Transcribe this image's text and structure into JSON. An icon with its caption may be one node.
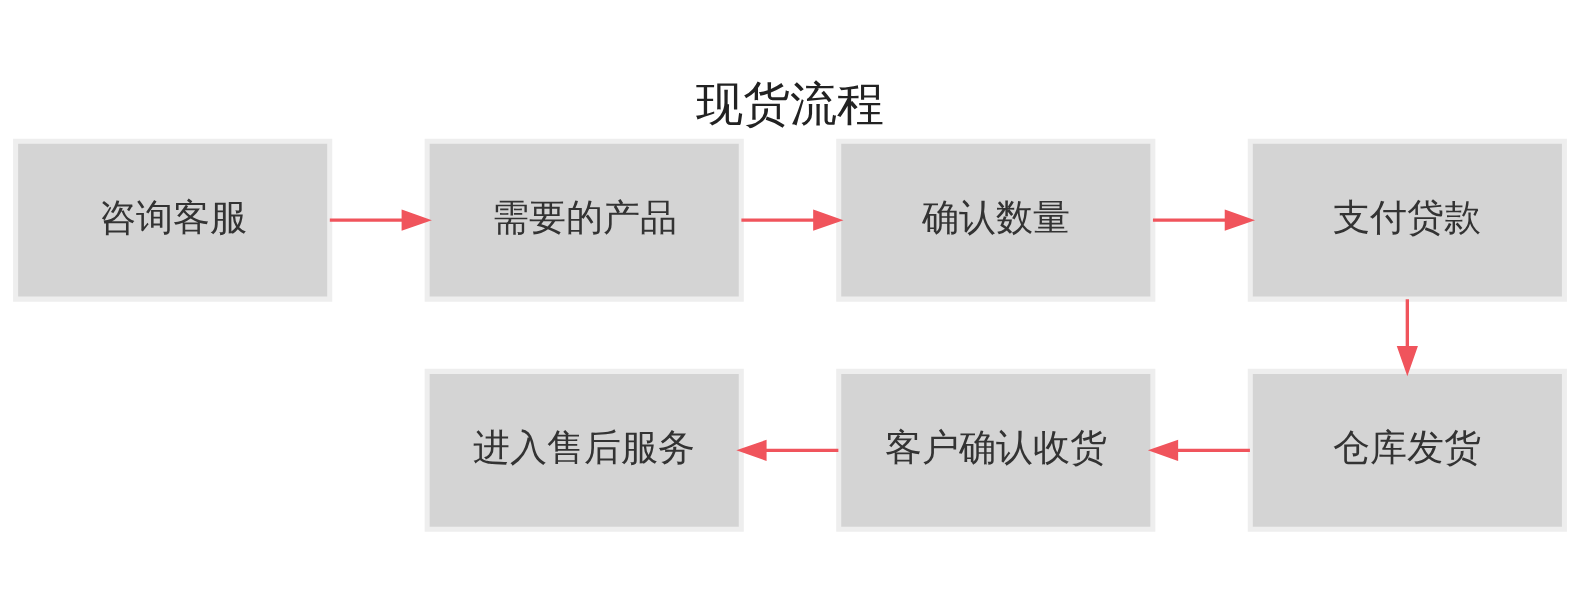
{
  "diagram": {
    "title": "现货流程",
    "nodes": [
      {
        "text": [
          "咨询客服"
        ]
      },
      {
        "text": [
          "需要的产品"
        ]
      },
      {
        "text": [
          "确认数量"
        ]
      },
      {
        "text": [
          "支付贷款"
        ]
      },
      {
        "text": [
          "仓库发货"
        ]
      },
      {
        "text": [
          "客户确认收货"
        ]
      },
      {
        "text": [
          "进入售后服务"
        ]
      }
    ],
    "edges": [
      {
        "from": 0,
        "to": 1,
        "arrow": "to"
      },
      {
        "from": 1,
        "to": 2,
        "arrow": "to"
      },
      {
        "from": 2,
        "to": 3,
        "arrow": "to"
      },
      {
        "from": 3,
        "to": 4,
        "arrow": "to"
      },
      {
        "from": 4,
        "to": 5,
        "arrow": "to"
      },
      {
        "from": 5,
        "to": 6,
        "arrow": "to"
      }
    ]
  }
}
